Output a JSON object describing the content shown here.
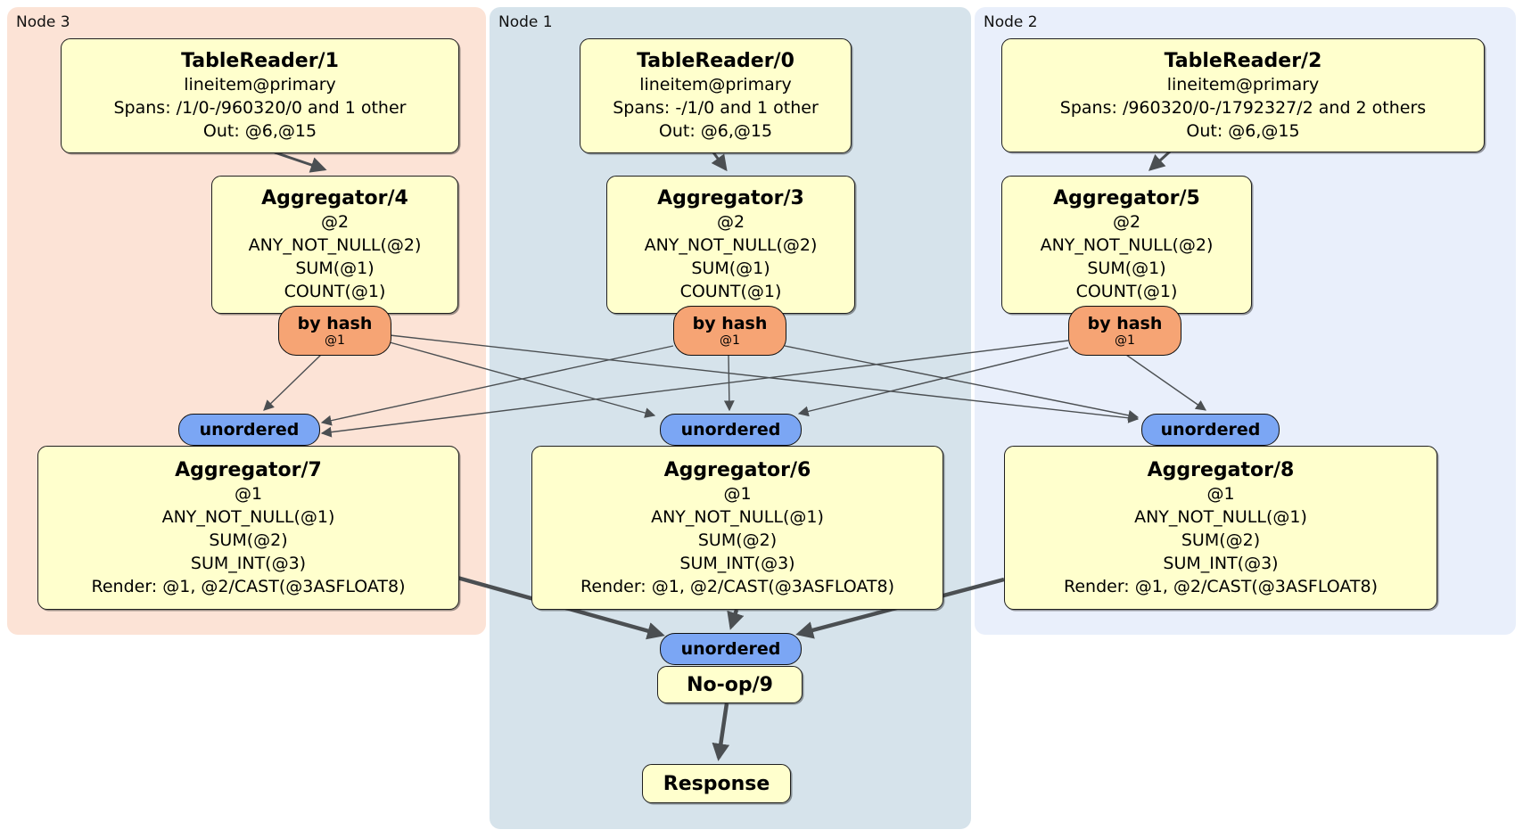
{
  "regions": {
    "node3": {
      "label": "Node 3",
      "bg": "#fce3d6"
    },
    "node1": {
      "label": "Node 1",
      "bg": "#d6e3eb"
    },
    "node2": {
      "label": "Node 2",
      "bg": "#e9effb"
    }
  },
  "processors": {
    "tablereader1": {
      "title": "TableReader/1",
      "lines": [
        "lineitem@primary",
        "Spans: /1/0-/960320/0 and 1 other",
        "Out: @6,@15"
      ]
    },
    "tablereader0": {
      "title": "TableReader/0",
      "lines": [
        "lineitem@primary",
        "Spans: -/1/0 and 1 other",
        "Out: @6,@15"
      ]
    },
    "tablereader2": {
      "title": "TableReader/2",
      "lines": [
        "lineitem@primary",
        "Spans: /960320/0-/1792327/2 and 2 others",
        "Out: @6,@15"
      ]
    },
    "aggregator4": {
      "title": "Aggregator/4",
      "lines": [
        "@2",
        "ANY_NOT_NULL(@2)",
        "SUM(@1)",
        "COUNT(@1)"
      ]
    },
    "aggregator3": {
      "title": "Aggregator/3",
      "lines": [
        "@2",
        "ANY_NOT_NULL(@2)",
        "SUM(@1)",
        "COUNT(@1)"
      ]
    },
    "aggregator5": {
      "title": "Aggregator/5",
      "lines": [
        "@2",
        "ANY_NOT_NULL(@2)",
        "SUM(@1)",
        "COUNT(@1)"
      ]
    },
    "aggregator7": {
      "title": "Aggregator/7",
      "lines": [
        "@1",
        "ANY_NOT_NULL(@1)",
        "SUM(@2)",
        "SUM_INT(@3)",
        "Render: @1, @2/CAST(@3ASFLOAT8)"
      ]
    },
    "aggregator6": {
      "title": "Aggregator/6",
      "lines": [
        "@1",
        "ANY_NOT_NULL(@1)",
        "SUM(@2)",
        "SUM_INT(@3)",
        "Render: @1, @2/CAST(@3ASFLOAT8)"
      ]
    },
    "aggregator8": {
      "title": "Aggregator/8",
      "lines": [
        "@1",
        "ANY_NOT_NULL(@1)",
        "SUM(@2)",
        "SUM_INT(@3)",
        "Render: @1, @2/CAST(@3ASFLOAT8)"
      ]
    },
    "noop": {
      "title": "No-op/9"
    },
    "response": {
      "title": "Response"
    }
  },
  "streams": {
    "by_hash": {
      "label": "by hash",
      "detail": "@1"
    },
    "unordered": {
      "label": "unordered"
    }
  },
  "colors": {
    "processor_fill": "#ffffcd",
    "by_hash_fill": "#f6a474",
    "unordered_fill": "#7ba6f4",
    "node3_bg": "#fce3d6",
    "node1_bg": "#d6e3eb",
    "node2_bg": "#e9effb",
    "edge": "#4b4f52"
  }
}
